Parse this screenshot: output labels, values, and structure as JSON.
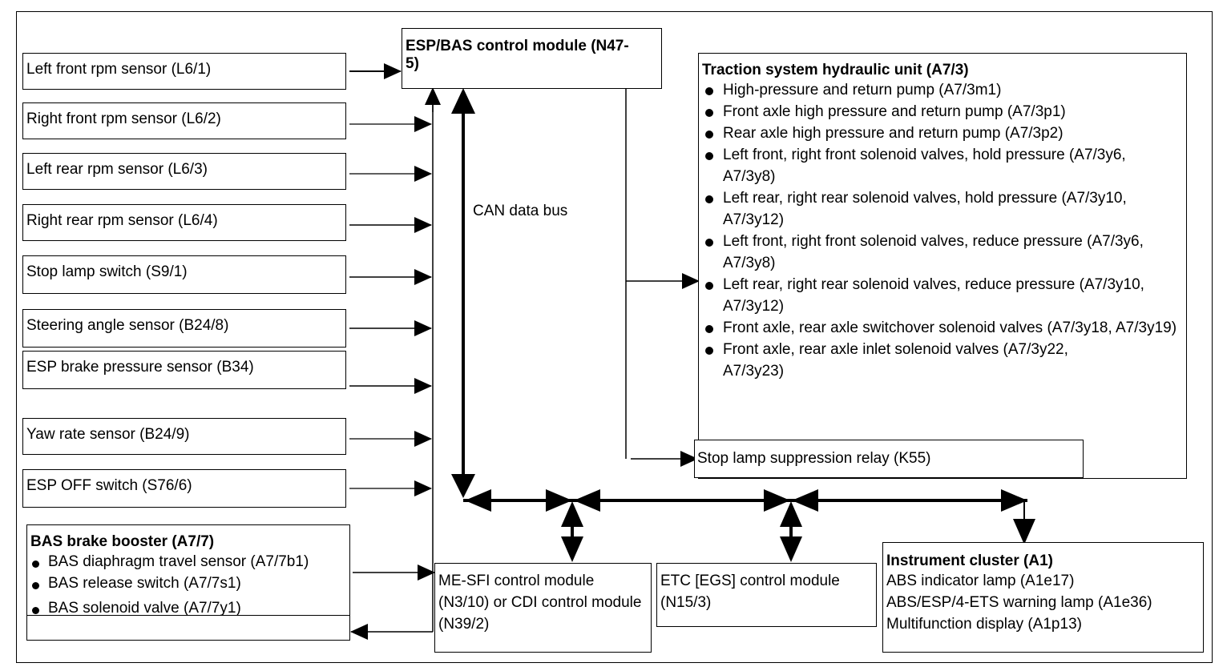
{
  "sensors": [
    "Left front rpm sensor (L6/1)",
    "Right front rpm sensor (L6/2)",
    "Left rear rpm sensor (L6/3)",
    "Right rear rpm sensor (L6/4)",
    "Stop lamp switch (S9/1)",
    "Steering angle sensor (B24/8)",
    "ESP brake pressure sensor (B34)",
    "Yaw rate sensor (B24/9)",
    "ESP OFF switch (S76/6)"
  ],
  "bas": {
    "title": "BAS brake booster (A7/7)",
    "items": [
      "BAS diaphragm travel sensor (A7/7b1)",
      "BAS release switch (A7/7s1)",
      "BAS solenoid valve (A7/7y1)"
    ]
  },
  "esp_module": {
    "title": "ESP/BAS control module (N47-5)"
  },
  "can_bus_label": "CAN data bus",
  "traction": {
    "title": "Traction system hydraulic unit (A7/3)",
    "items": [
      "High-pressure and return pump (A7/3m1)",
      "Front axle high pressure and return pump (A7/3p1)",
      "Rear axle high pressure and return pump (A7/3p2)",
      "Left front, right front solenoid valves, hold pressure (A7/3y6, A7/3y8)",
      "Left rear, right rear solenoid valves, hold pressure (A7/3y10, A7/3y12)",
      "Left front, right front solenoid valves, reduce pressure (A7/3y6, A7/3y8)",
      "Left rear, right rear solenoid valves, reduce pressure (A7/3y10, A7/3y12)",
      "Front axle, rear axle switchover solenoid valves (A7/3y18, A7/3y19)",
      "Front axle, rear axle inlet solenoid valves (A7/3y22, A7/3y23)"
    ]
  },
  "relay": "Stop lamp suppression relay (K55)",
  "me_sfi": "ME-SFI control module (N3/10) or CDI control module (N39/2)",
  "etc": "ETC [EGS] control module (N15/3)",
  "cluster": {
    "title": "Instrument cluster (A1)",
    "lines": [
      "ABS indicator lamp (A1e17)",
      "ABS/ESP/4-ETS warning lamp (A1e36)",
      "Multifunction display (A1p13)"
    ]
  }
}
